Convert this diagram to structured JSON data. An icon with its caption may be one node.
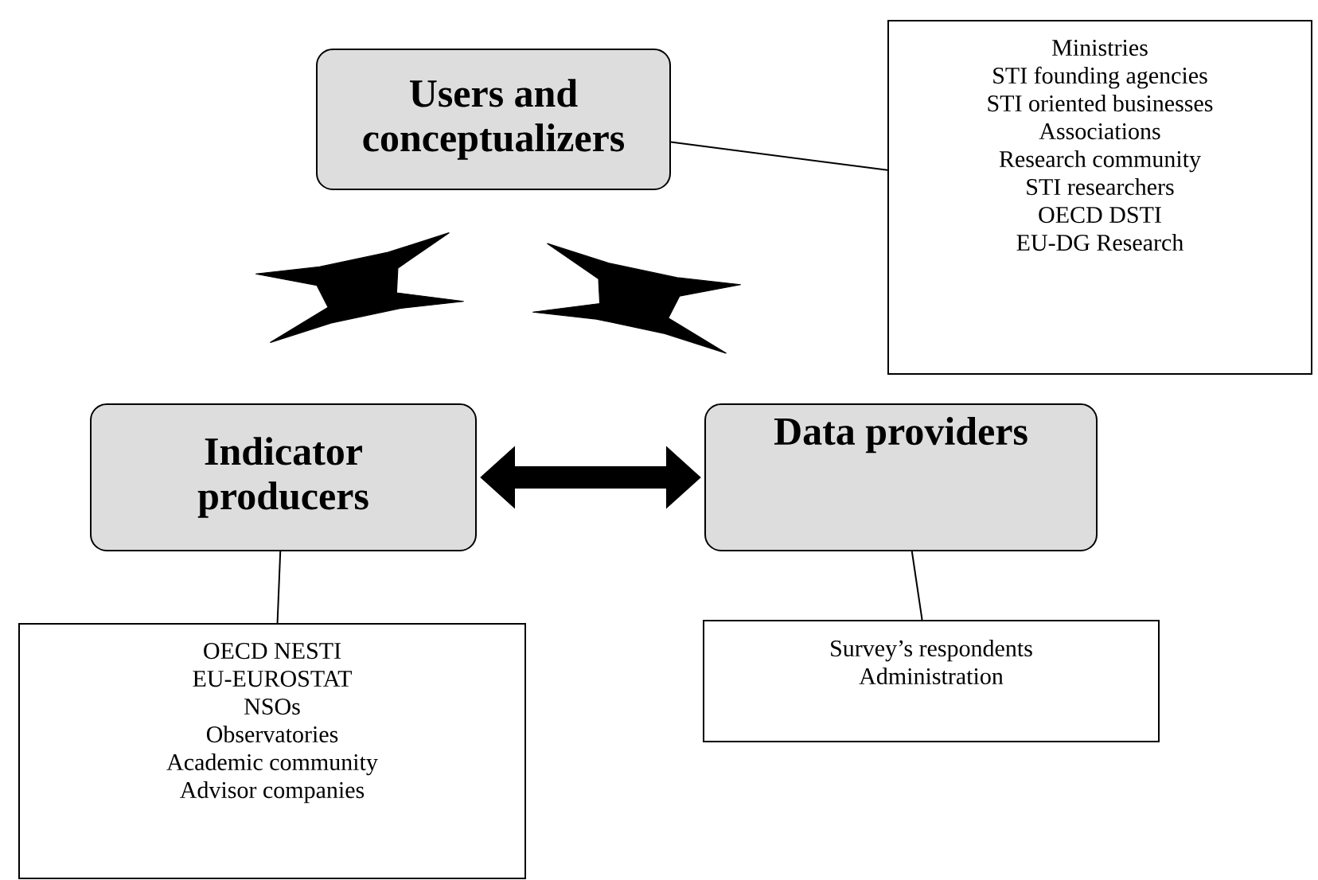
{
  "diagram": {
    "nodes": [
      {
        "text": [
          "Users and conceptualizers"
        ]
      },
      {
        "text": [
          "Ministries",
          "STI founding agencies",
          "STI oriented businesses",
          "Associations",
          "Research community",
          "STI researchers",
          "OECD DSTI",
          "EU-DG Research"
        ]
      },
      {
        "text": [
          "Indicator producers"
        ]
      },
      {
        "text": [
          "Data providers"
        ]
      },
      {
        "text": [
          "OECD NESTI",
          "EU-EUROSTAT",
          "NSOs",
          "Observatories",
          "Academic community",
          "Advisor companies"
        ]
      },
      {
        "text": [
          "Survey’s respondents",
          "Administration"
        ]
      }
    ],
    "edges": [
      {
        "from": 0,
        "to": 1,
        "arrow": "none"
      },
      {
        "from": 0,
        "to": 2,
        "arrow": "both"
      },
      {
        "from": 0,
        "to": 3,
        "arrow": "both"
      },
      {
        "from": 2,
        "to": 3,
        "arrow": "both",
        "style": "thick"
      },
      {
        "from": 2,
        "to": 4,
        "arrow": "none"
      },
      {
        "from": 3,
        "to": 5,
        "arrow": "none"
      }
    ]
  }
}
